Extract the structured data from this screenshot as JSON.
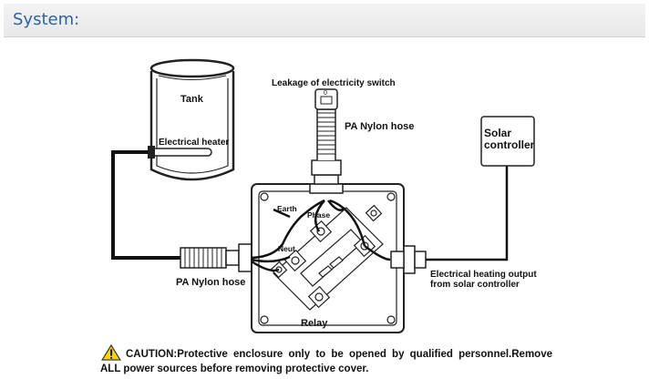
{
  "header": {
    "title": "System:"
  },
  "labels": {
    "tank": "Tank",
    "electrical_heater": "Electrical heater",
    "leakage_switch": "Leakage of electricity switch",
    "pa_nylon_hose_top": "PA Nylon hose",
    "pa_nylon_hose_left": "PA Nylon hose",
    "solar_controller_line1": "Solar",
    "solar_controller_line2": "controller",
    "earth": "Earth",
    "phase": "Phase",
    "neut": "Neut",
    "relay": "Relay",
    "heating_output_line1": "Electrical heating output",
    "heating_output_line2": "from solar controller"
  },
  "caution": {
    "icon": "warning-icon",
    "text": "CAUTION:Protective enclosure only to be opened by qualified personnel.Remove ALL power sources before removing protective cover."
  }
}
